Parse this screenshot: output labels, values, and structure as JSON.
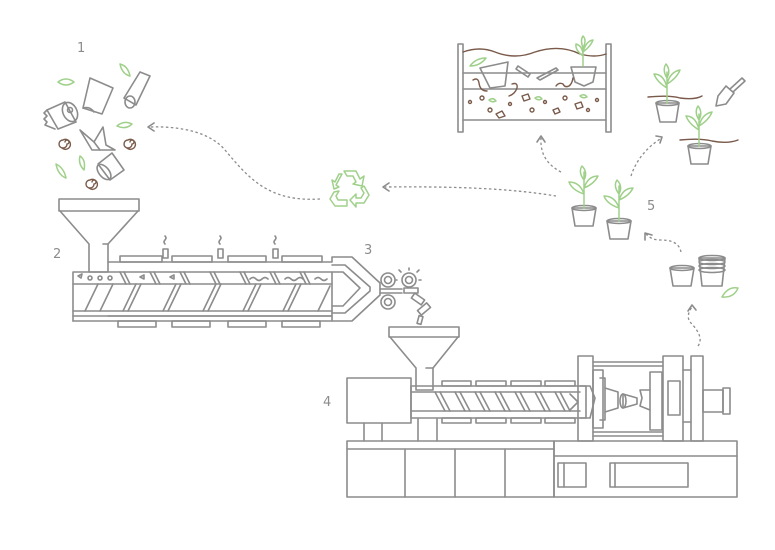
{
  "diagram": {
    "type": "process-cycle",
    "colors": {
      "line": "#8c8c8c",
      "accent_green": "#9fd08a",
      "soil_brown": "#7a5a4a"
    },
    "steps": [
      {
        "label": "1",
        "name": "raw-materials",
        "icons": [
          "paper-sheet-icon",
          "toilet-roll-icon",
          "rolled-paper-icon",
          "paper-boat-icon",
          "paper-cup-icon",
          "leaf-icon",
          "spiral-icon"
        ]
      },
      {
        "label": "2",
        "name": "extruder",
        "icons": [
          "hopper-icon",
          "screw-barrel-icon"
        ]
      },
      {
        "label": "3",
        "name": "pelletizer",
        "icons": [
          "roller-icon",
          "cutter-icon",
          "pellet-icon"
        ]
      },
      {
        "label": "4",
        "name": "injection-molding-machine",
        "icons": [
          "hopper-icon",
          "screw-barrel-icon",
          "mold-icon",
          "cup-icon"
        ]
      },
      {
        "label": "5",
        "name": "seedling-pots",
        "icons": [
          "plant-pot-icon",
          "stacked-pots-icon"
        ]
      }
    ],
    "outcomes": [
      {
        "name": "composting",
        "icons": [
          "soil-layer-icon",
          "worm-icon",
          "pot-icon"
        ]
      },
      {
        "name": "planting",
        "icons": [
          "planted-pot-icon",
          "trowel-icon"
        ]
      },
      {
        "name": "recycling",
        "icons": [
          "recycle-icon"
        ]
      }
    ],
    "arrows": [
      {
        "from": "pots-stack",
        "to": "seedling-pots"
      },
      {
        "from": "injection-molding-machine",
        "to": "pots-stack"
      },
      {
        "from": "seedling-pots",
        "to": "composting"
      },
      {
        "from": "seedling-pots",
        "to": "planting"
      },
      {
        "from": "seedling-pots",
        "to": "recycling"
      },
      {
        "from": "recycling",
        "to": "raw-materials"
      }
    ]
  }
}
